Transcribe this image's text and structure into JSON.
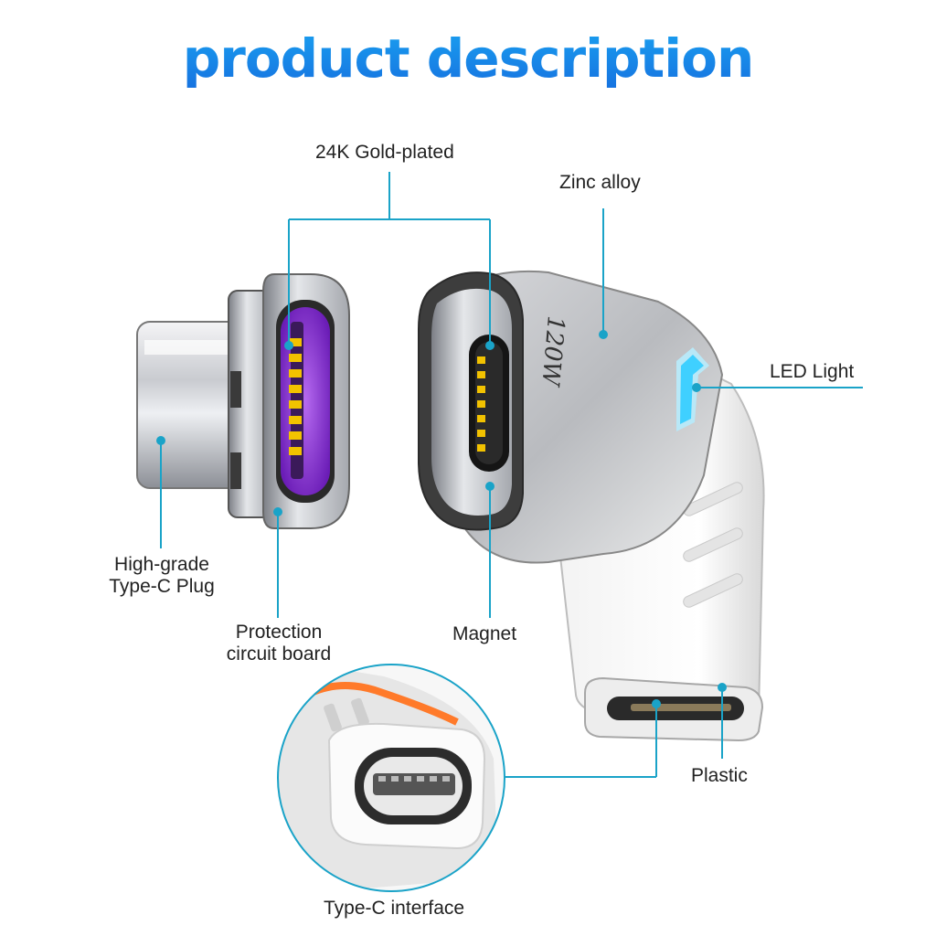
{
  "title": "product description",
  "labels": {
    "gold_plated": "24K Gold-plated",
    "zinc_alloy": "Zinc alloy",
    "led_light": "LED Light",
    "plug_line1": "High-grade",
    "plug_line2": "Type-C Plug",
    "pcb_line1": "Protection",
    "pcb_line2": "circuit board",
    "magnet": "Magnet",
    "plastic": "Plastic",
    "typec_interface": "Type-C interface"
  },
  "device_marking": "120W",
  "colors": {
    "title": "#1a8aeb",
    "leader_line": "#1aa3c8",
    "led": "#3fd0ff",
    "pins": "#f2c200",
    "purple_core": "#8a2fd6"
  }
}
